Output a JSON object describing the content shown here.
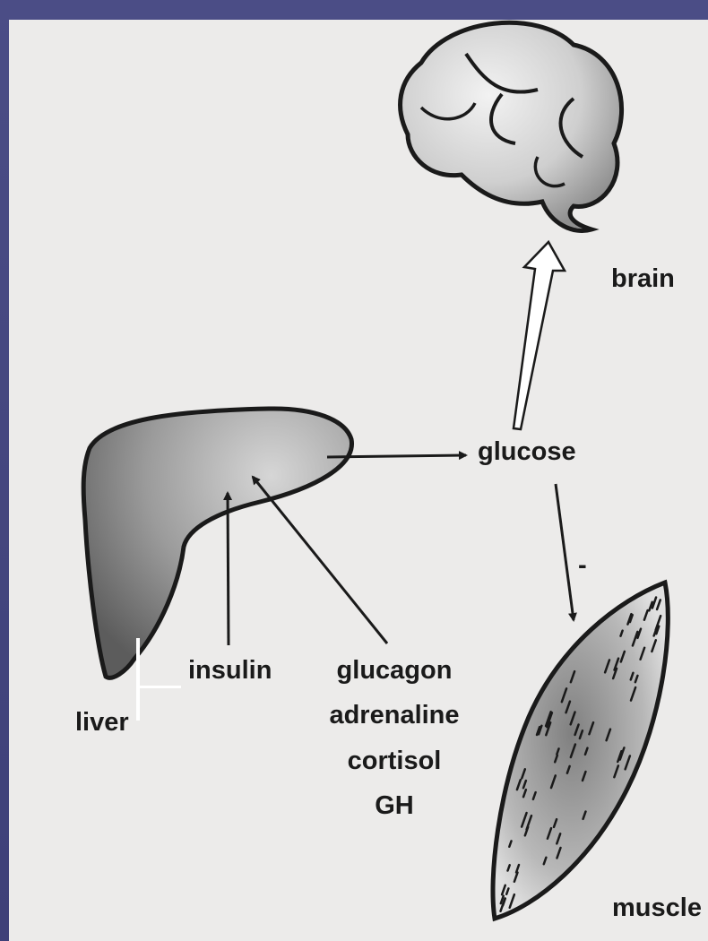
{
  "labels": {
    "brain": "brain",
    "glucose": "glucose",
    "liver": "liver",
    "insulin": "insulin",
    "glucagon": "glucagon",
    "adrenaline": "adrenaline",
    "cortisol": "cortisol",
    "gh": "GH",
    "muscle": "muscle",
    "minus_sign": "-"
  },
  "colors": {
    "frame": "#44467f",
    "paper": "#ecebea",
    "ink": "#1a1a1a"
  }
}
